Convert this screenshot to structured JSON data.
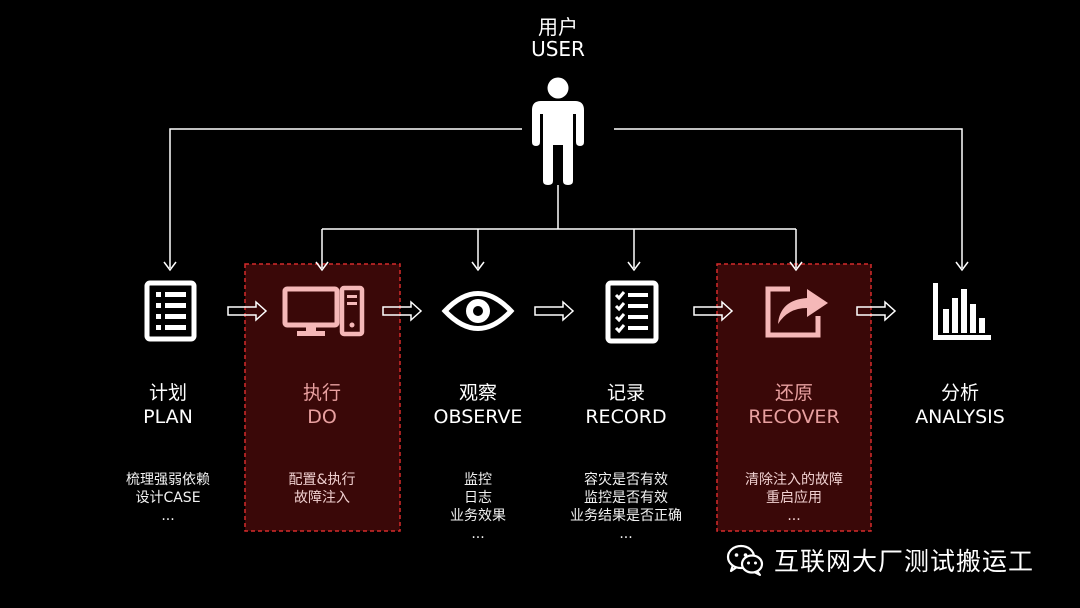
{
  "user": {
    "label_cn": "用户",
    "label_en": "USER"
  },
  "stages": [
    {
      "cn": "计划",
      "en": "PLAN",
      "desc": [
        "梳理强弱依赖",
        "设计CASE",
        "..."
      ],
      "highlight": false
    },
    {
      "cn": "执行",
      "en": "DO",
      "desc": [
        "配置&执行",
        "故障注入"
      ],
      "highlight": true
    },
    {
      "cn": "观察",
      "en": "OBSERVE",
      "desc": [
        "监控",
        "日志",
        "业务效果",
        "..."
      ],
      "highlight": false
    },
    {
      "cn": "记录",
      "en": "RECORD",
      "desc": [
        "容灾是否有效",
        "监控是否有效",
        "业务结果是否正确",
        "..."
      ],
      "highlight": false
    },
    {
      "cn": "还原",
      "en": "RECOVER",
      "desc": [
        "清除注入的故障",
        "重启应用",
        "..."
      ],
      "highlight": true
    },
    {
      "cn": "分析",
      "en": "ANALYSIS",
      "desc": [],
      "highlight": false
    }
  ],
  "icons": {
    "user": "person-icon",
    "plan": "checklist-icon",
    "do": "computer-icon",
    "observe": "eye-icon",
    "record": "checklist-done-icon",
    "recover": "share-out-icon",
    "analysis": "bar-chart-icon"
  },
  "colors": {
    "background": "#000000",
    "highlight_fill": "#3a0808",
    "highlight_border": "#d42a2a",
    "highlight_icon": "#f5b8b8"
  },
  "watermark": {
    "text": "互联网大厂测试搬运工",
    "icon": "wechat-icon"
  }
}
